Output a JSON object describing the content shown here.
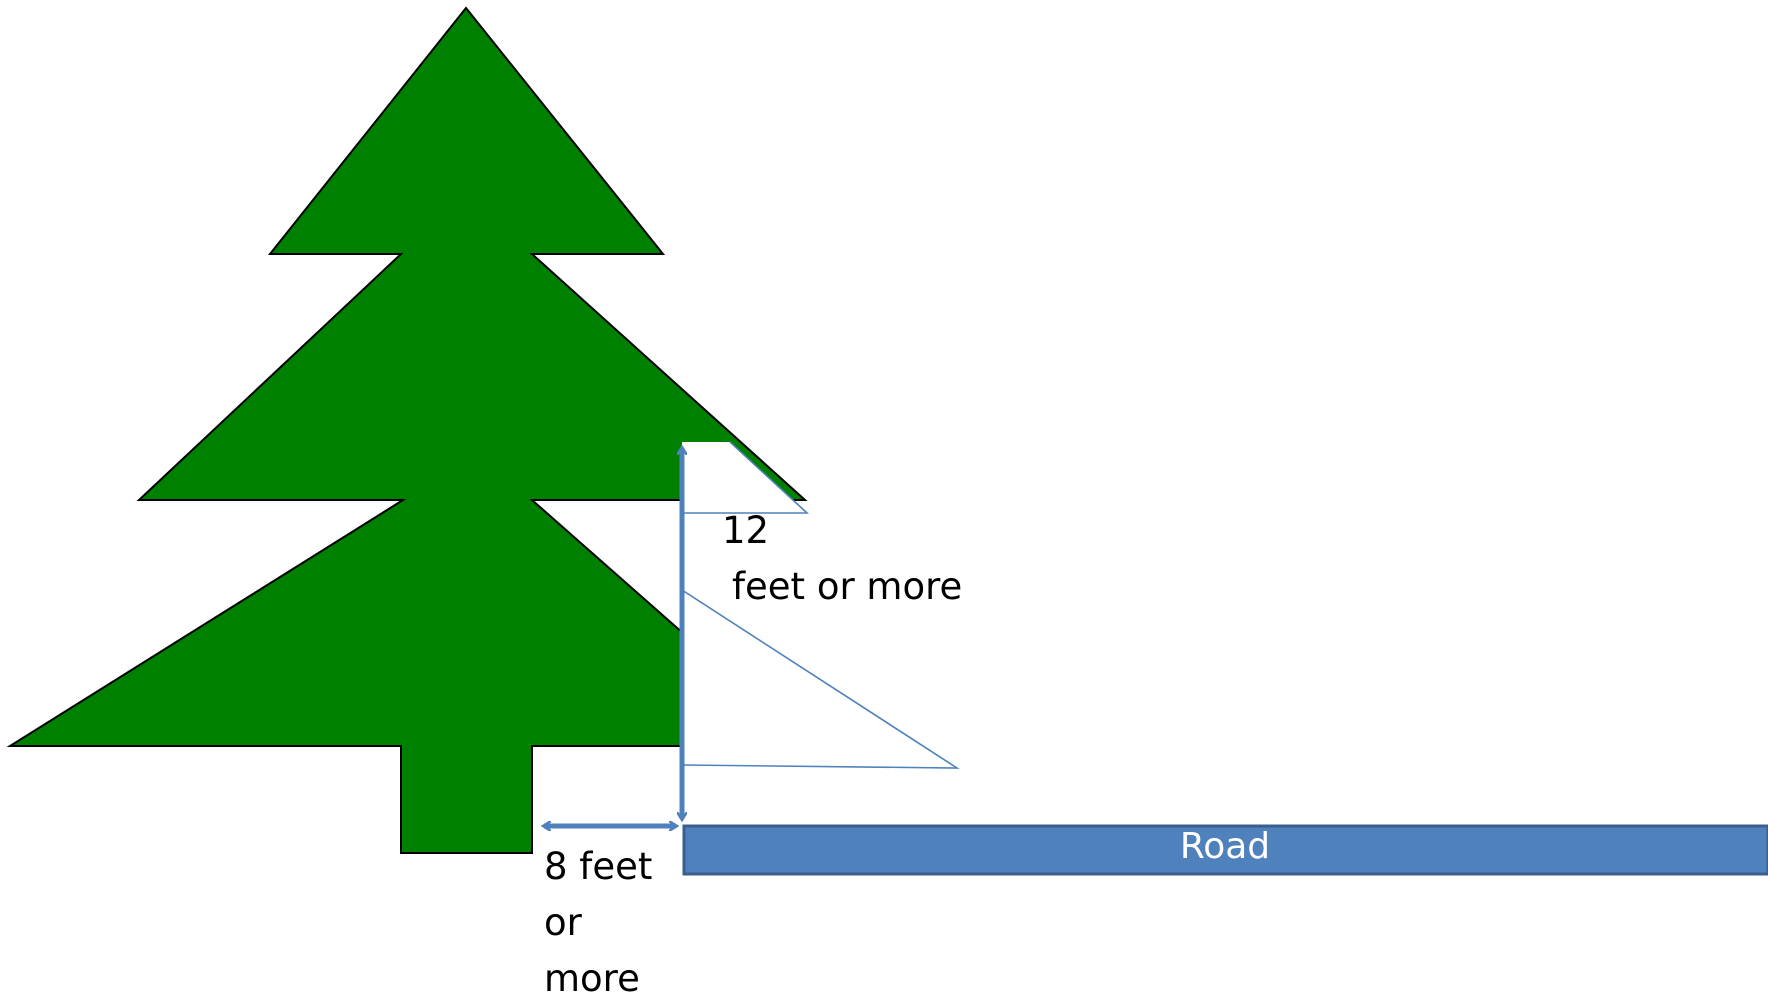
{
  "vertical_clearance": {
    "number": "12",
    "text": "feet or more"
  },
  "horizontal_clearance": {
    "lines": [
      "8 feet",
      "or",
      "more"
    ]
  },
  "road": {
    "label": "Road"
  },
  "colors": {
    "tree": "#008000",
    "arrow": "#4f81bd",
    "road": "#4f81bd",
    "road_text": "#ffffff",
    "outline": "#000000"
  }
}
